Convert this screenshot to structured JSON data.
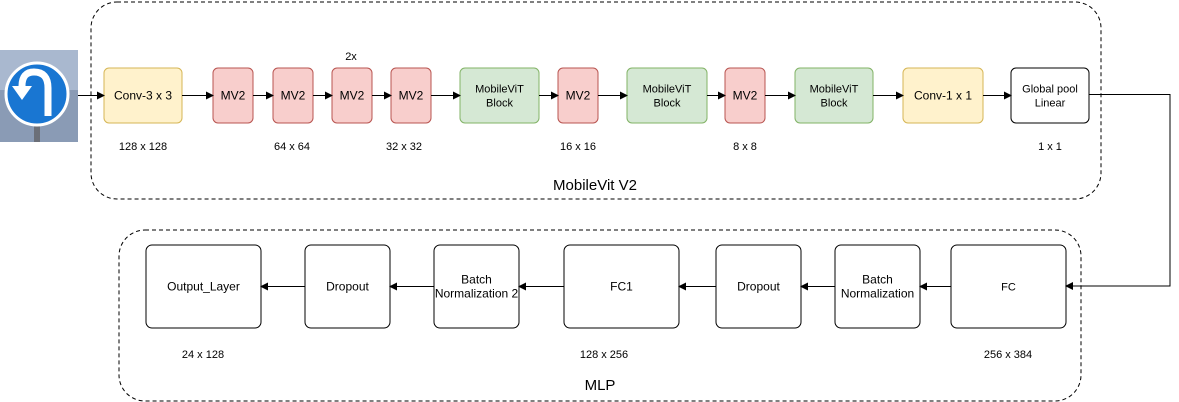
{
  "groups": {
    "mobilevit": {
      "title": "MobileVit V2"
    },
    "mlp": {
      "title": "MLP"
    }
  },
  "input_image": {
    "icon": "u-turn-left-sign-icon",
    "color": "#1976d2"
  },
  "colors": {
    "conv_fill": "#fff2cc",
    "conv_stroke": "#d6b656",
    "mv2_fill": "#f8cecc",
    "mv2_stroke": "#b85450",
    "vit_fill": "#d5e8d4",
    "vit_stroke": "#82b366",
    "plain_fill": "#ffffff",
    "plain_stroke": "#000000"
  },
  "mobilevit_blocks": [
    {
      "id": "conv3",
      "lines": [
        "Conv-3 x 3"
      ],
      "kind": "conv"
    },
    {
      "id": "mv2-1",
      "lines": [
        "MV2"
      ],
      "kind": "mv2"
    },
    {
      "id": "mv2-2",
      "lines": [
        "MV2"
      ],
      "kind": "mv2"
    },
    {
      "id": "mv2-3",
      "lines": [
        "MV2"
      ],
      "kind": "mv2"
    },
    {
      "id": "mv2-4",
      "lines": [
        "MV2"
      ],
      "kind": "mv2"
    },
    {
      "id": "mobilevit-block-1",
      "lines": [
        "MobileViT",
        "Block"
      ],
      "kind": "vit"
    },
    {
      "id": "mv2-5",
      "lines": [
        "MV2"
      ],
      "kind": "mv2"
    },
    {
      "id": "mobilevit-block-2",
      "lines": [
        "MobileViT",
        "Block"
      ],
      "kind": "vit"
    },
    {
      "id": "mv2-6",
      "lines": [
        "MV2"
      ],
      "kind": "mv2"
    },
    {
      "id": "mobilevit-block-3",
      "lines": [
        "MobileViT",
        "Block"
      ],
      "kind": "vit"
    },
    {
      "id": "conv1",
      "lines": [
        "Conv-1 x 1"
      ],
      "kind": "conv"
    },
    {
      "id": "global-pool",
      "lines": [
        "Global pool",
        "Linear"
      ],
      "kind": "plain"
    }
  ],
  "repeat_label": "2x",
  "mobilevit_dims": [
    "128 x 128",
    "64 x 64",
    "32 x 32",
    "16 x 16",
    "8 x 8",
    "1 x 1"
  ],
  "mlp_blocks": [
    {
      "id": "fc",
      "lines": [
        "FC"
      ]
    },
    {
      "id": "batch-norm-1",
      "lines": [
        "Batch",
        "Normalization"
      ]
    },
    {
      "id": "dropout-1",
      "lines": [
        "Dropout"
      ]
    },
    {
      "id": "fc1",
      "lines": [
        "FC1"
      ]
    },
    {
      "id": "batch-norm-2",
      "lines": [
        "Batch",
        "Normalization 2"
      ]
    },
    {
      "id": "dropout-2",
      "lines": [
        "Dropout"
      ]
    },
    {
      "id": "output-layer",
      "lines": [
        "Output_Layer"
      ]
    }
  ],
  "mlp_dims": [
    "256 x 384",
    "128 x 256",
    "24 x 128"
  ]
}
